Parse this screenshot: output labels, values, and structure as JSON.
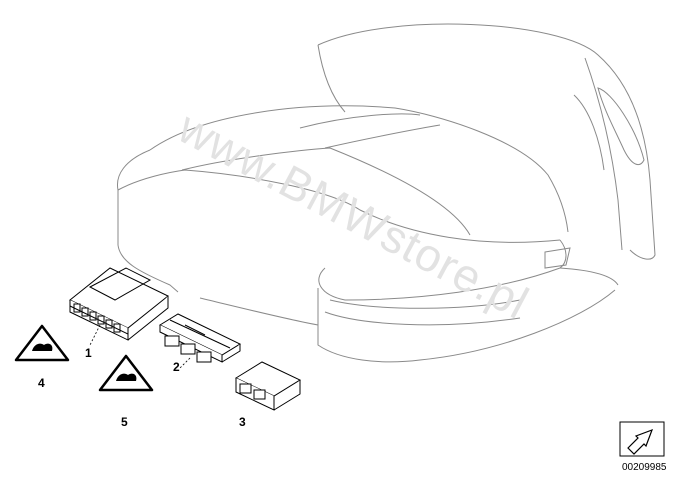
{
  "watermark": "www.BMWstore.pl",
  "diagram_code": "00209985",
  "callouts": [
    {
      "id": "part-1",
      "label": "1"
    },
    {
      "id": "part-2",
      "label": "2"
    },
    {
      "id": "part-3",
      "label": "3"
    },
    {
      "id": "part-4",
      "label": "4"
    },
    {
      "id": "part-5",
      "label": "5"
    }
  ],
  "icons": {
    "seat": "car-seat-illustration",
    "module_1": "seat-control-module-icon",
    "module_2": "connector-bracket-icon",
    "module_3": "sensor-module-icon",
    "warning_4": "warning-triangle-icon",
    "warning_5": "warning-triangle-icon",
    "nav": "next-page-arrow-icon"
  },
  "colors": {
    "line": "#000000",
    "watermark": "#e2e2e2",
    "seat": "#8a8a8a"
  }
}
